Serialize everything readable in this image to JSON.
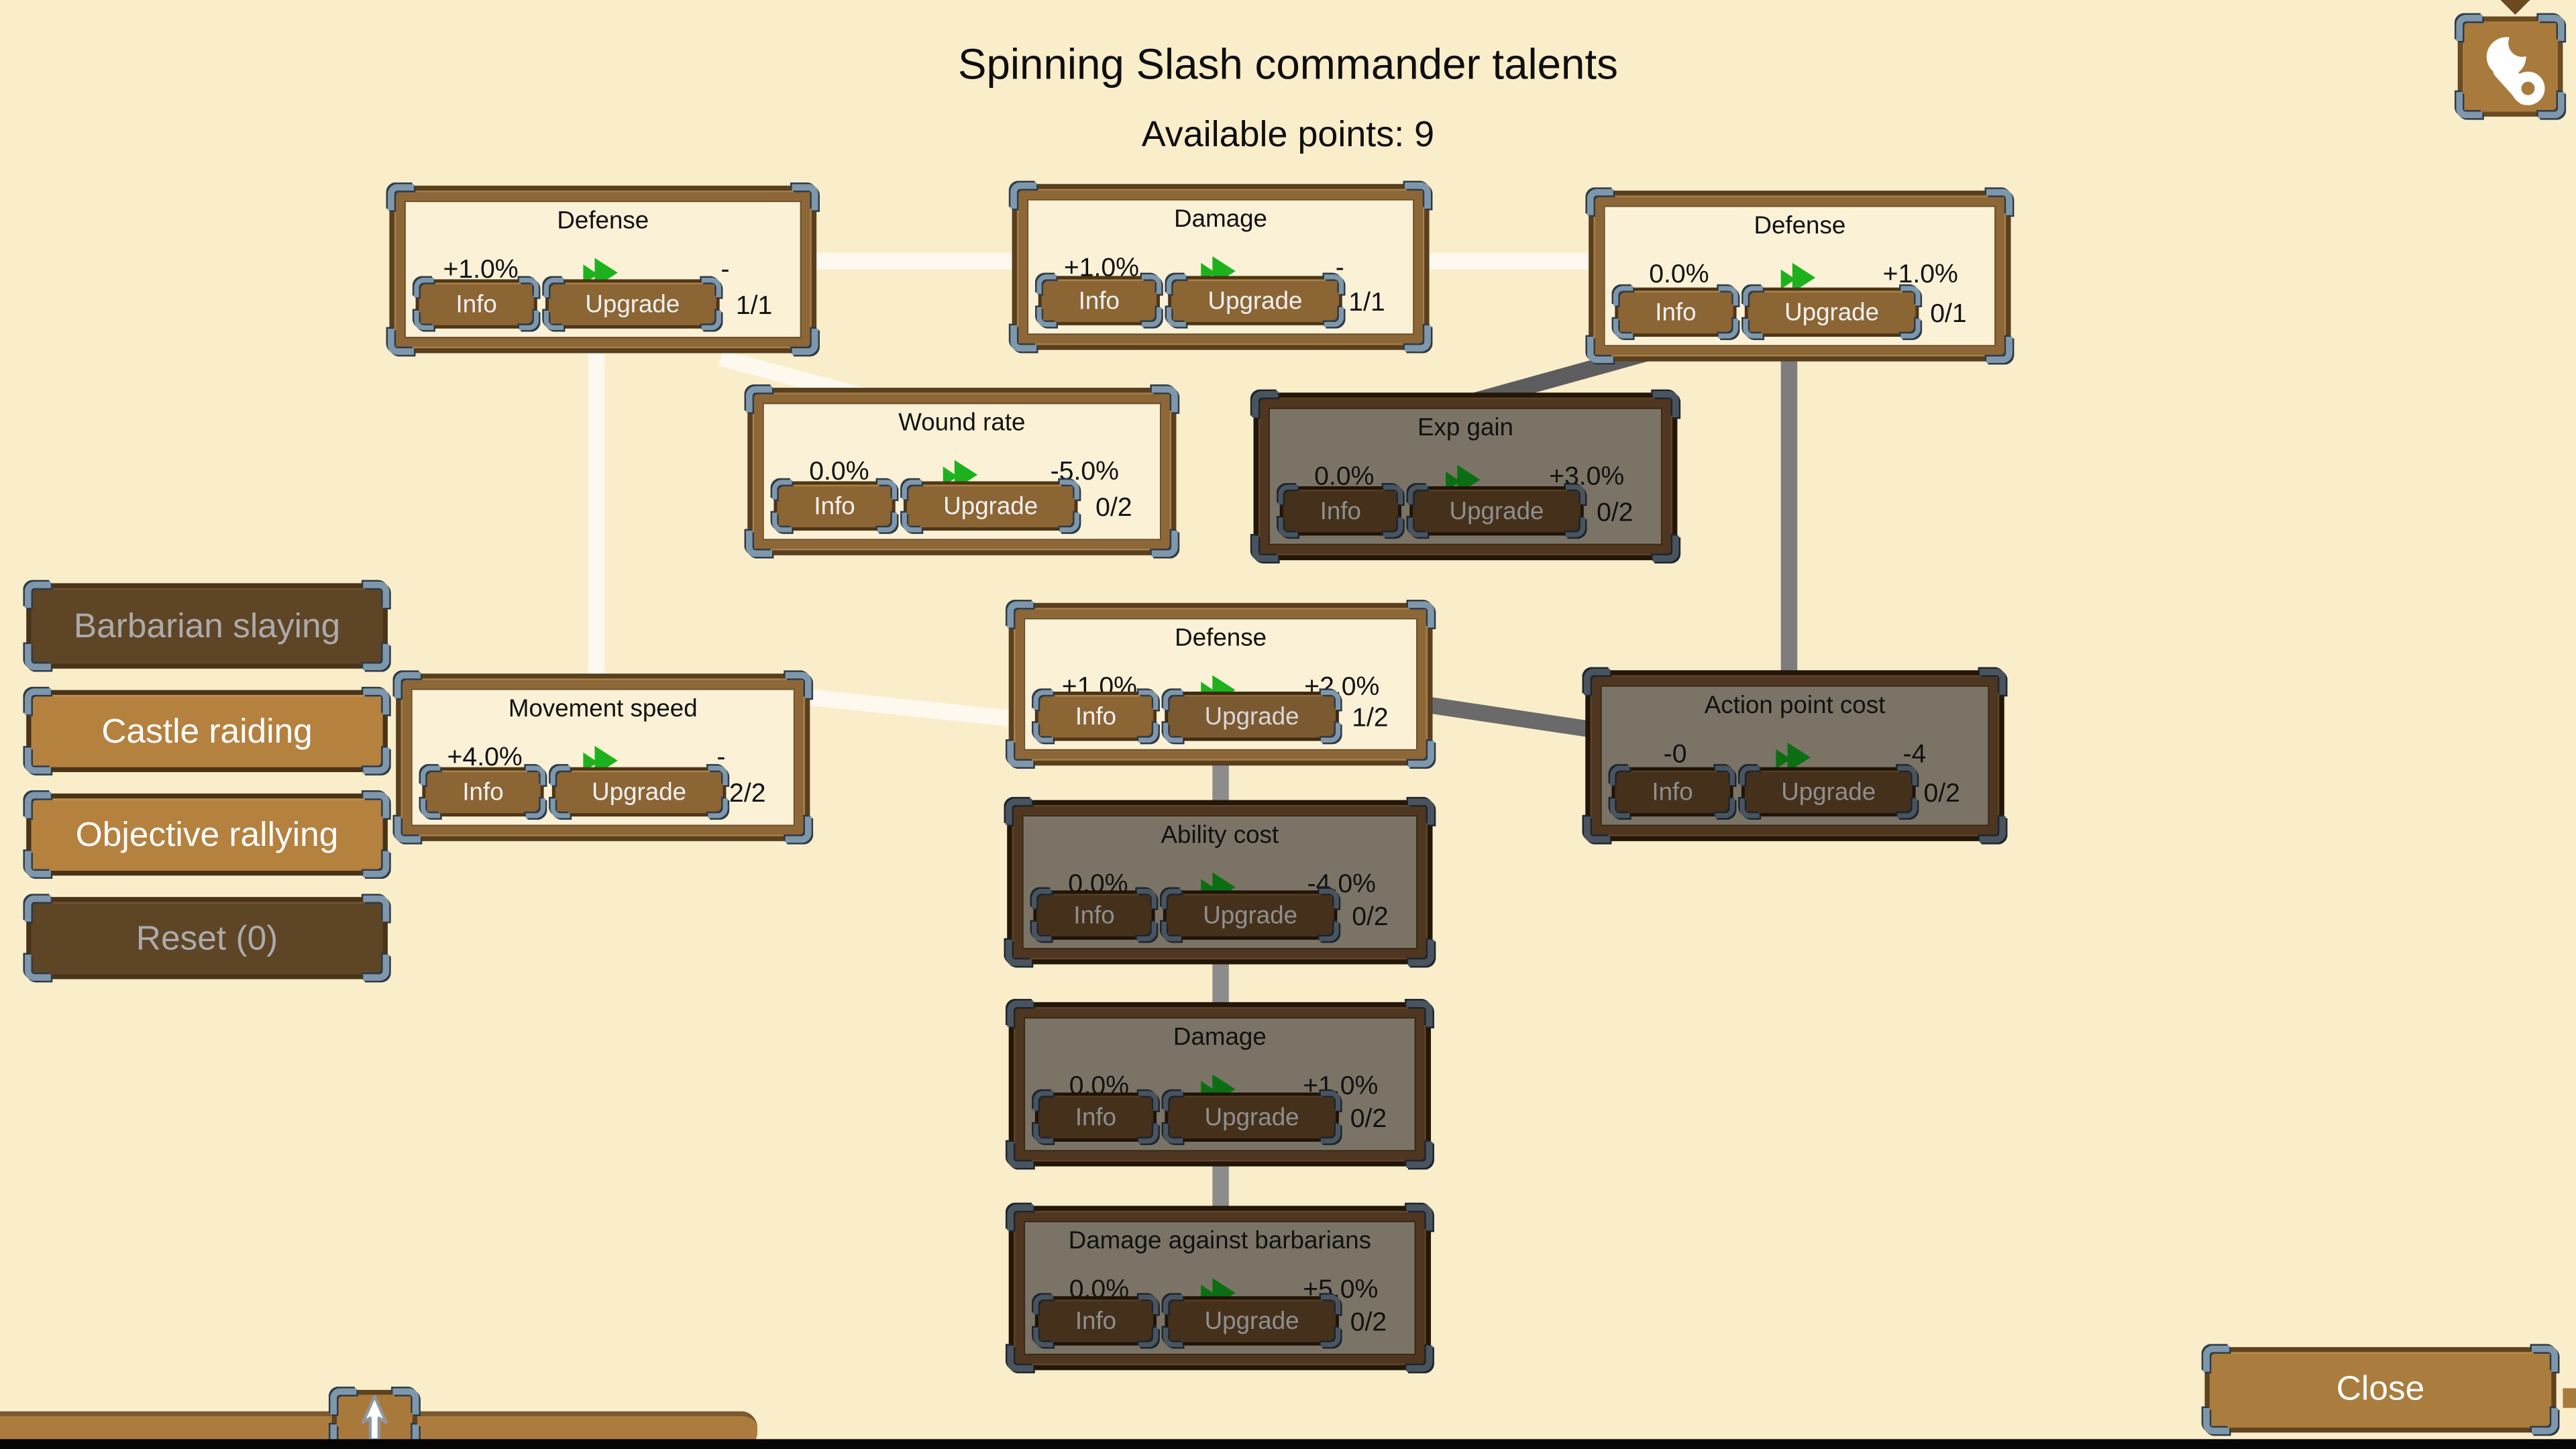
{
  "header": {
    "title": "Spinning Slash commander talents",
    "available_points": "Available points: 9"
  },
  "menu": {
    "items": [
      {
        "label": "Barbarian slaying",
        "enabled": false
      },
      {
        "label": "Castle raiding",
        "enabled": true
      },
      {
        "label": "Objective rallying",
        "enabled": true
      },
      {
        "label": "Reset (0)",
        "enabled": false
      }
    ]
  },
  "buttons": {
    "info": "Info",
    "upgrade": "Upgrade",
    "close": "Close"
  },
  "talents": [
    {
      "name": "defense-top-left",
      "title": "Defense",
      "current": "+1.0%",
      "next": "-",
      "rank": "1/1",
      "locked": false
    },
    {
      "name": "damage-top",
      "title": "Damage",
      "current": "+1.0%",
      "next": "-",
      "rank": "1/1",
      "locked": false
    },
    {
      "name": "defense-top-right",
      "title": "Defense",
      "current": "0.0%",
      "next": "+1.0%",
      "rank": "0/1",
      "locked": false
    },
    {
      "name": "wound-rate",
      "title": "Wound rate",
      "current": "0.0%",
      "next": "-5.0%",
      "rank": "0/2",
      "locked": false
    },
    {
      "name": "exp-gain",
      "title": "Exp gain",
      "current": "0.0%",
      "next": "+3.0%",
      "rank": "0/2",
      "locked": true
    },
    {
      "name": "defense-middle",
      "title": "Defense",
      "current": "+1.0%",
      "next": "+2.0%",
      "rank": "1/2",
      "locked": false
    },
    {
      "name": "movement-speed",
      "title": "Movement speed",
      "current": "+4.0%",
      "next": "-",
      "rank": "2/2",
      "locked": false
    },
    {
      "name": "action-point-cost",
      "title": "Action point cost",
      "current": "-0",
      "next": "-4",
      "rank": "0/2",
      "locked": true
    },
    {
      "name": "ability-cost",
      "title": "Ability cost",
      "current": "0.0%",
      "next": "-4.0%",
      "rank": "0/2",
      "locked": true
    },
    {
      "name": "damage-middle",
      "title": "Damage",
      "current": "0.0%",
      "next": "+1.0%",
      "rank": "0/2",
      "locked": true
    },
    {
      "name": "damage-against-barbarians",
      "title": "Damage against barbarians",
      "current": "0.0%",
      "next": "+5.0%",
      "rank": "0/2",
      "locked": true
    }
  ],
  "icons": {
    "settings": "wrench-icon",
    "advance": "double-arrow-icon",
    "scroll_up": "up-arrow-icon"
  },
  "colors": {
    "background": "#faedca",
    "panel_cream": "#fbf1d6",
    "wood_brown": "#8d6737",
    "button_brown": "#8c6534",
    "locked_panel": "#7b7466",
    "accent_green": "#1db21d",
    "locked_green": "#0c6e12",
    "line_light": "#fdf9ee",
    "line_gray": "#7d7d7d"
  }
}
